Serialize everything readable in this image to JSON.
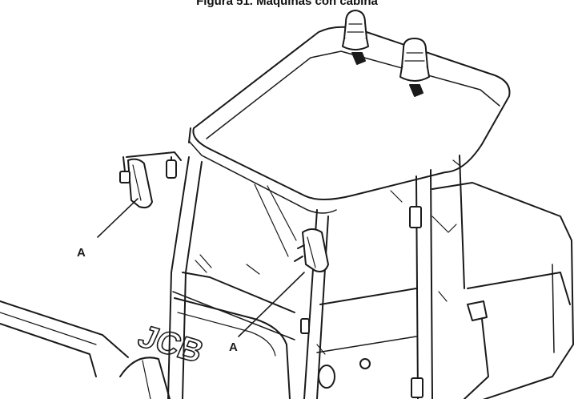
{
  "figure": {
    "caption": "Figura 51. Máquinas con cabina",
    "labels": {
      "mirror_left": "A",
      "mirror_right": "A"
    },
    "brand_text": "JCB"
  },
  "colors": {
    "line": "#1a1a1a",
    "background": "#ffffff"
  }
}
